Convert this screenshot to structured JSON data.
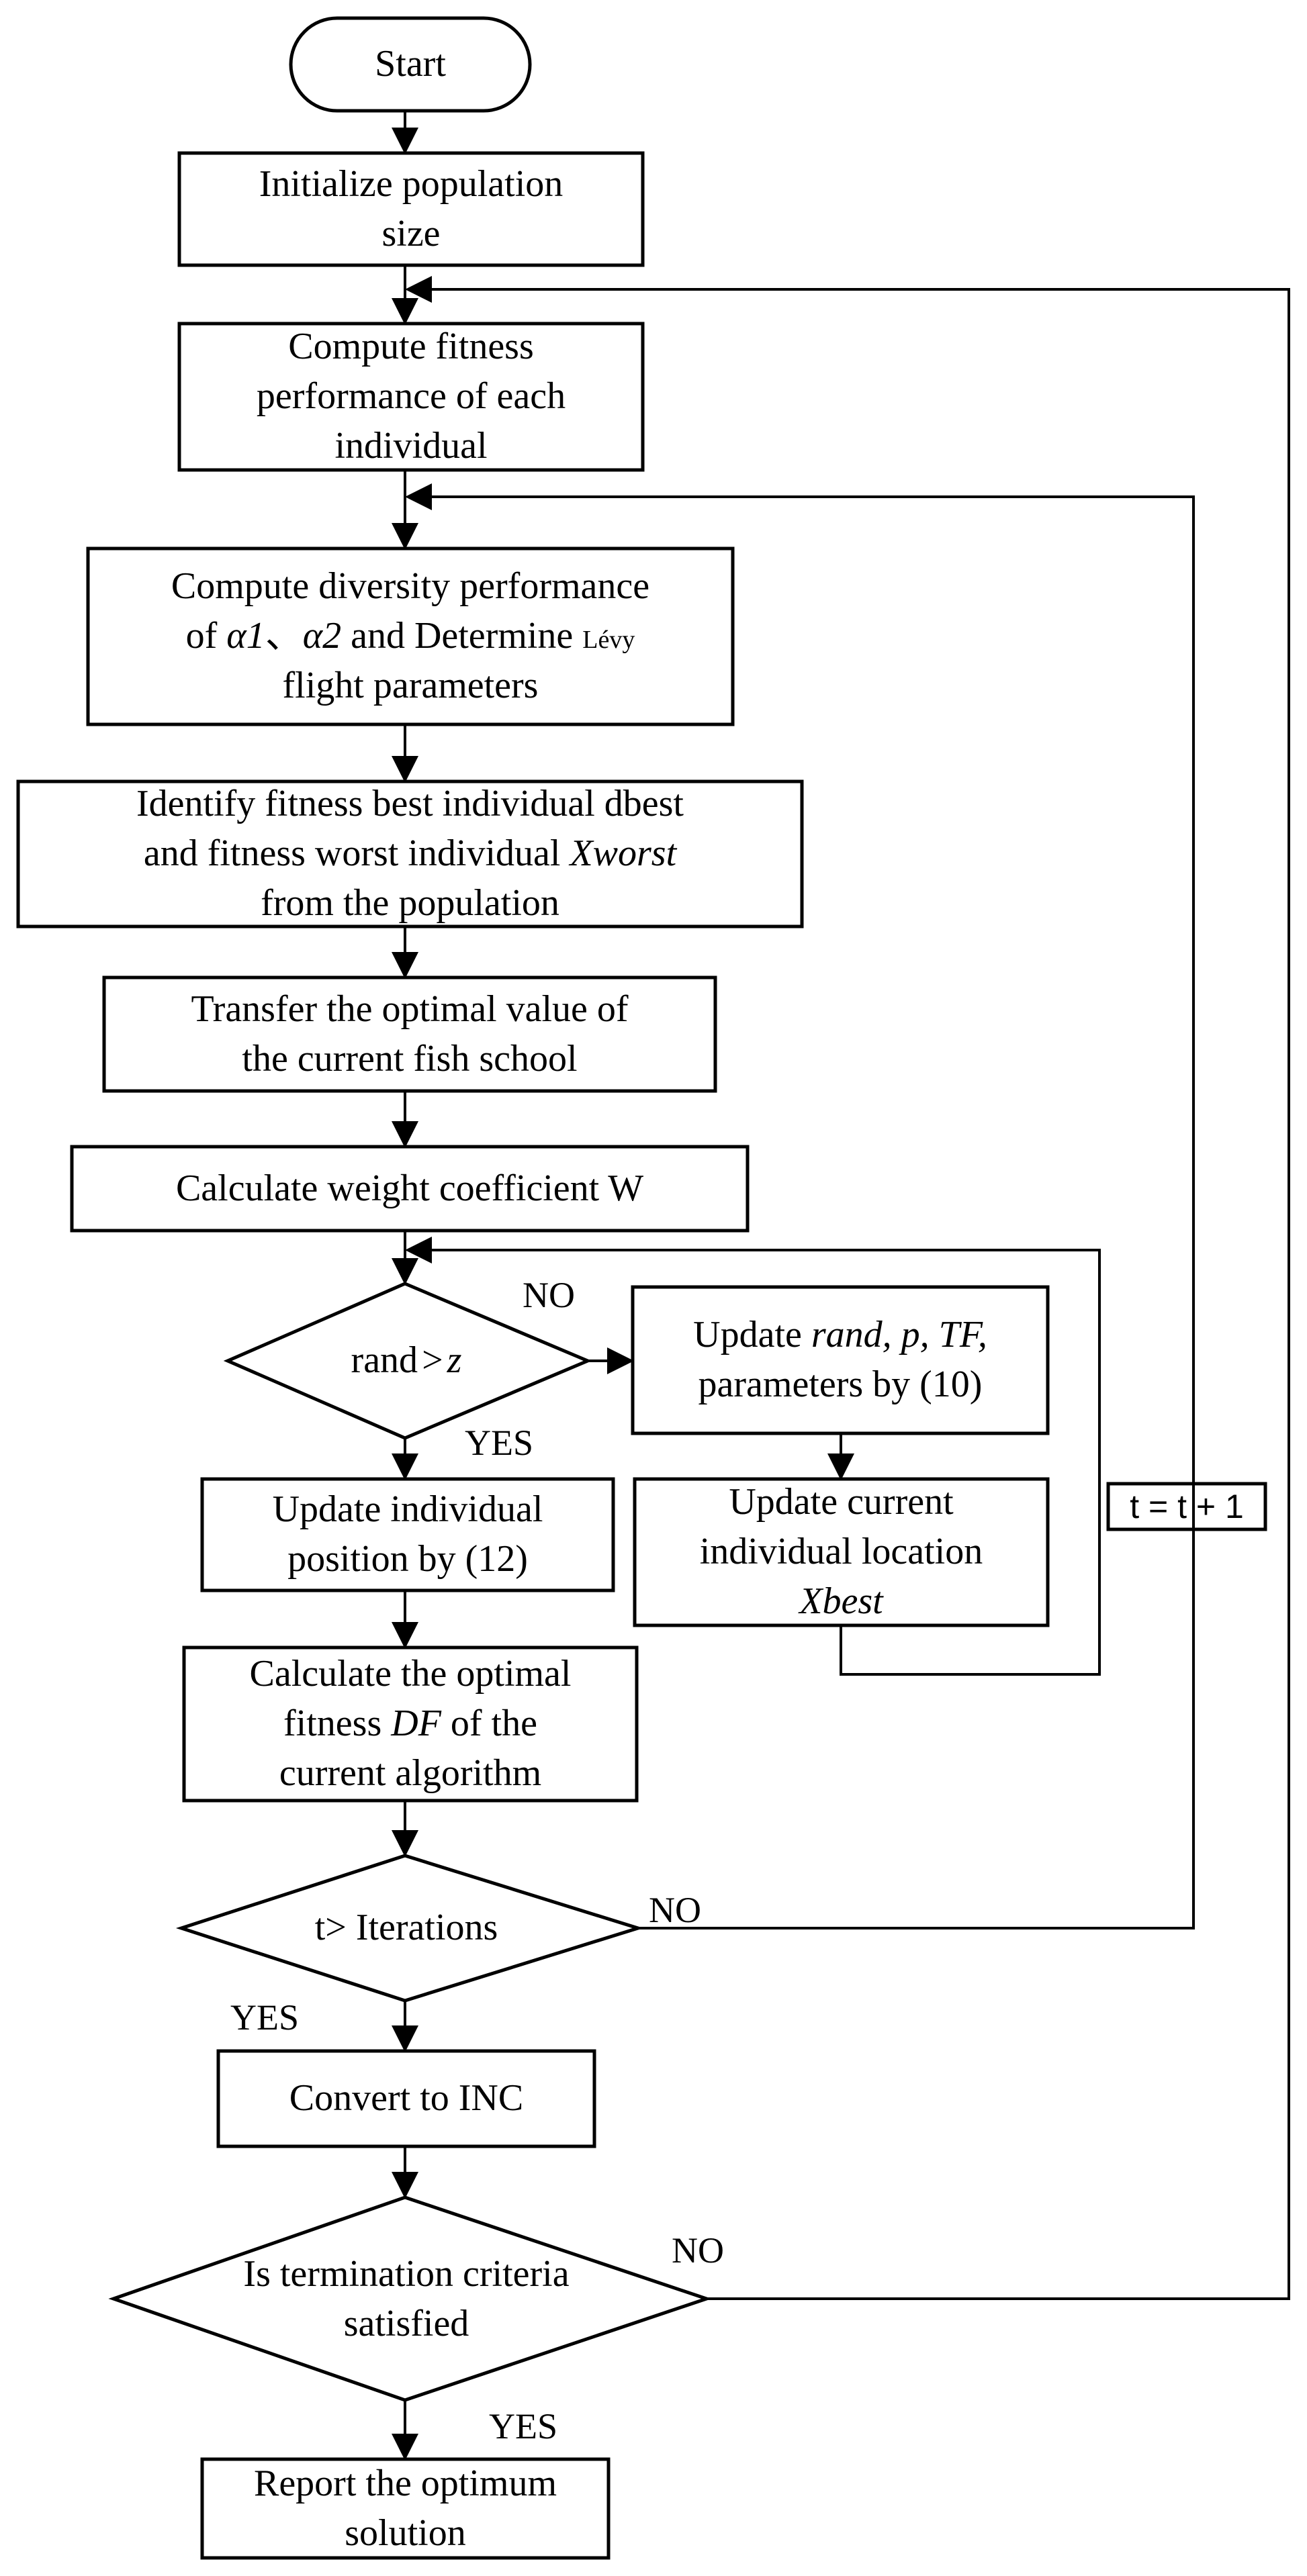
{
  "nodes": {
    "start": "Start",
    "init_l1": "Initialize population",
    "init_l2": "size",
    "fitness_l1": "Compute fitness",
    "fitness_l2": "performance of each",
    "fitness_l3": "individual",
    "diversity_l1": "Compute diversity performance",
    "diversity_l2_pre": "of ",
    "diversity_l2_a1": "α1",
    "diversity_l2_sep": "、",
    "diversity_l2_a2": "α2",
    "diversity_l2_mid": " and Determine ",
    "diversity_l2_levy": "Lévy",
    "diversity_l3": "flight parameters",
    "identify_l1": "Identify fitness best individual dbest",
    "identify_l2_pre": "and fitness worst individual ",
    "identify_l2_var": "Xworst",
    "identify_l3": "from the population",
    "transfer_l1": "Transfer the optimal value of",
    "transfer_l2": "the current fish school",
    "weight": "Calculate weight coefficient W",
    "decision_rand_pre": "rand",
    "decision_rand_op": ">",
    "decision_rand_var": "z",
    "update_params_l1_pre": "Update ",
    "update_params_l1_var": "rand, p, TF,",
    "update_params_l2": "parameters by (10)",
    "update_position_l1": "Update individual",
    "update_position_l2": "position by (12)",
    "update_location_l1": "Update current",
    "update_location_l2": "individual location",
    "update_location_l3": "Xbest",
    "optimal_l1": "Calculate the optimal",
    "optimal_l2_pre": "fitness ",
    "optimal_l2_var": "DF",
    "optimal_l2_post": " of the",
    "optimal_l3": "current algorithm",
    "decision_iter": "t> Iterations",
    "convert": "Convert to INC",
    "termination_l1": "Is termination criteria",
    "termination_l2": "satisfied",
    "report_l1": "Report the optimum",
    "report_l2": "solution",
    "counter": "t = t + 1"
  },
  "edge_labels": {
    "rand_no": "NO",
    "rand_yes": "YES",
    "iter_no": "NO",
    "iter_yes": "YES",
    "term_no": "NO",
    "term_yes": "YES"
  }
}
